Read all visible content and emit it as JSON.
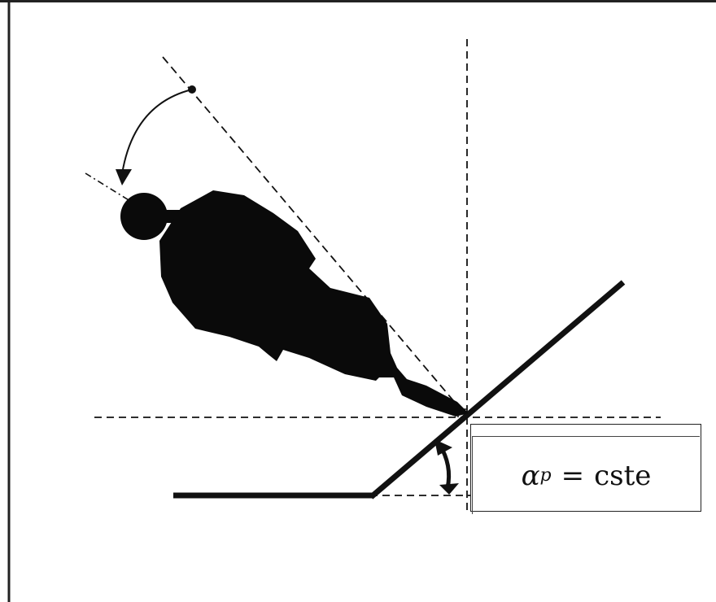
{
  "label": {
    "symbol": "α",
    "subscript": "p",
    "equals": "=",
    "value": "cste"
  }
}
